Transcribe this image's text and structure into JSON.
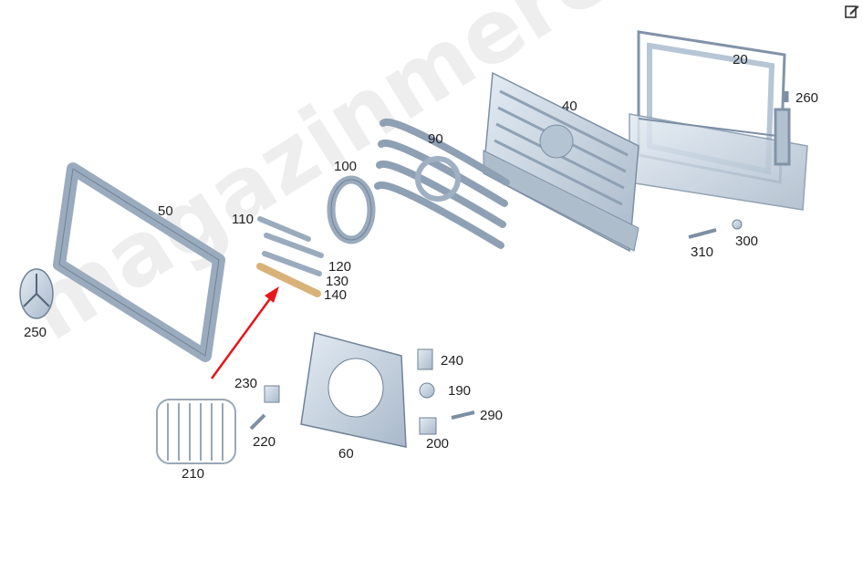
{
  "labels": {
    "l20": "20",
    "l40": "40",
    "l50": "50",
    "l60": "60",
    "l90": "90",
    "l100": "100",
    "l110": "110",
    "l120": "120",
    "l130": "130",
    "l140": "140",
    "l190": "190",
    "l200": "200",
    "l210": "210",
    "l220": "220",
    "l230": "230",
    "l240": "240",
    "l250": "250",
    "l260": "260",
    "l290": "290",
    "l300": "300",
    "l310": "310"
  },
  "watermark": "magazinmercedes.ru",
  "icons": {
    "edit": "edit-icon"
  },
  "colors": {
    "part_fill": "#c9d6e3",
    "part_stroke": "#7d8fa3",
    "highlight_part": "#d9b27a",
    "arrow": "#e8141b"
  }
}
